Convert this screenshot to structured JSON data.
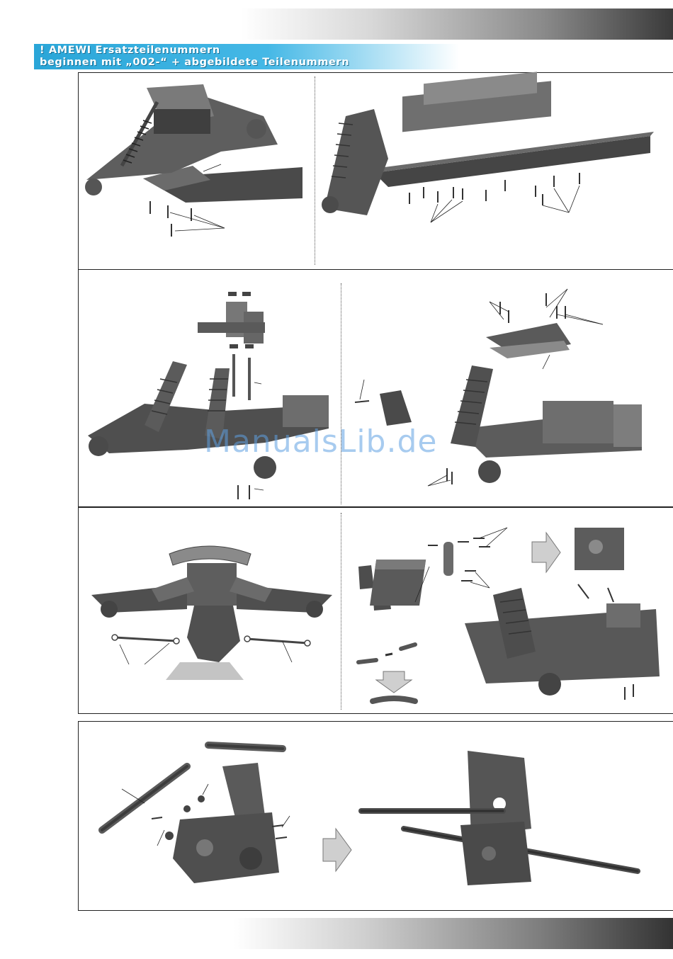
{
  "banner": {
    "line1": "! AMEWI Ersatzteilenummern",
    "line2": "beginnen mit „002-“ + abgebildete Teilenummern"
  },
  "watermark": "ManualsLib.de",
  "colors": {
    "banner_start": "#2aa6d8",
    "part_gray": "#6e6e6e",
    "part_dark": "#3f3f3f",
    "arrow_gray": "#c8c8c8"
  },
  "icons": [
    "right-arrow-icon",
    "down-arrow-icon"
  ]
}
